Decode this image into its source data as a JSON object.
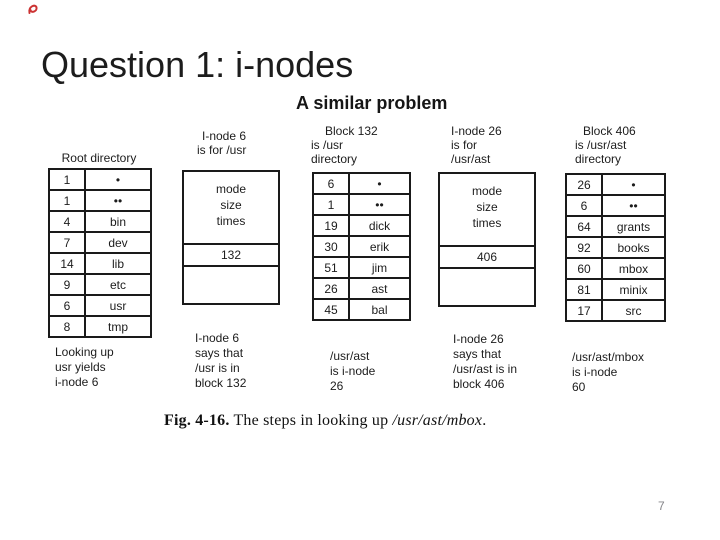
{
  "slide": {
    "title": "Question 1: i-nodes",
    "subtitle": "A similar problem",
    "page_number": "7"
  },
  "colors": {
    "ink": "#1a1a1a",
    "annotation_red": "#cc3333",
    "page_number_gray": "#848488"
  },
  "caption": {
    "fig_label": "Fig. 4-16.",
    "body": " The steps in looking up ",
    "path_italic": "/usr/ast/mbox",
    "period": "."
  },
  "diagram": {
    "root_dir": {
      "label": "Root directory",
      "rows": [
        [
          "1",
          "•"
        ],
        [
          "1",
          "••"
        ],
        [
          "4",
          "bin"
        ],
        [
          "7",
          "dev"
        ],
        [
          "14",
          "lib"
        ],
        [
          "9",
          "etc"
        ],
        [
          "6",
          "usr"
        ],
        [
          "8",
          "tmp"
        ]
      ],
      "note": [
        "Looking up",
        "usr yields",
        "i-node 6"
      ]
    },
    "inode6": {
      "label": [
        "I-node 6",
        "is for /usr"
      ],
      "fields": [
        "mode",
        "size",
        "times"
      ],
      "block_pointer": "132",
      "note": [
        "I-node 6",
        "says that",
        "/usr is in",
        "block 132"
      ]
    },
    "block132": {
      "label": [
        "Block 132",
        "is /usr",
        "directory"
      ],
      "rows": [
        [
          "6",
          "•"
        ],
        [
          "1",
          "••"
        ],
        [
          "19",
          "dick"
        ],
        [
          "30",
          "erik"
        ],
        [
          "51",
          "jim"
        ],
        [
          "26",
          "ast"
        ],
        [
          "45",
          "bal"
        ]
      ],
      "note": [
        "/usr/ast",
        "is i-node",
        "26"
      ]
    },
    "inode26": {
      "label": [
        "I-node 26",
        "is for",
        "/usr/ast"
      ],
      "fields": [
        "mode",
        "size",
        "times"
      ],
      "block_pointer": "406",
      "note": [
        "I-node 26",
        "says that",
        "/usr/ast is in",
        "block 406"
      ]
    },
    "block406": {
      "label": [
        "Block 406",
        "is /usr/ast",
        "directory"
      ],
      "rows": [
        [
          "26",
          "•"
        ],
        [
          "6",
          "••"
        ],
        [
          "64",
          "grants"
        ],
        [
          "92",
          "books"
        ],
        [
          "60",
          "mbox"
        ],
        [
          "81",
          "minix"
        ],
        [
          "17",
          "src"
        ]
      ],
      "note": [
        "/usr/ast/mbox",
        "is i-node",
        "60"
      ]
    }
  }
}
